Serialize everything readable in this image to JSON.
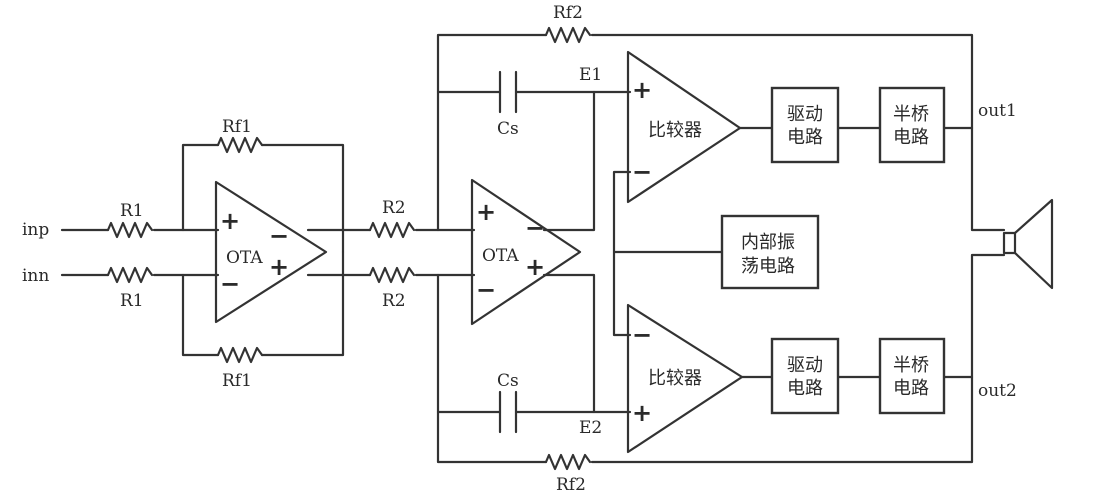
{
  "labels": {
    "inp": "inp",
    "inn": "inn",
    "r1_top": "R1",
    "r1_bot": "R1",
    "rf1_top": "Rf1",
    "rf1_bot": "Rf1",
    "r2_top": "R2",
    "r2_bot": "R2",
    "rf2_top": "Rf2",
    "rf2_bot": "Rf2",
    "cs_top": "Cs",
    "cs_bot": "Cs",
    "e1": "E1",
    "e2": "E2",
    "ota1": "OTA",
    "ota2": "OTA",
    "out1": "out1",
    "out2": "out2"
  },
  "blocks": {
    "comparator_top": "比较器",
    "comparator_bottom": "比较器",
    "driver_top": [
      "驱动",
      "电路"
    ],
    "driver_bottom": [
      "驱动",
      "电路"
    ],
    "half_bridge_top": [
      "半桥",
      "电路"
    ],
    "half_bridge_bottom": [
      "半桥",
      "电路"
    ],
    "oscillator": [
      "内部振",
      "荡电路"
    ]
  },
  "signs": {
    "plus": "+",
    "minus": "−"
  }
}
